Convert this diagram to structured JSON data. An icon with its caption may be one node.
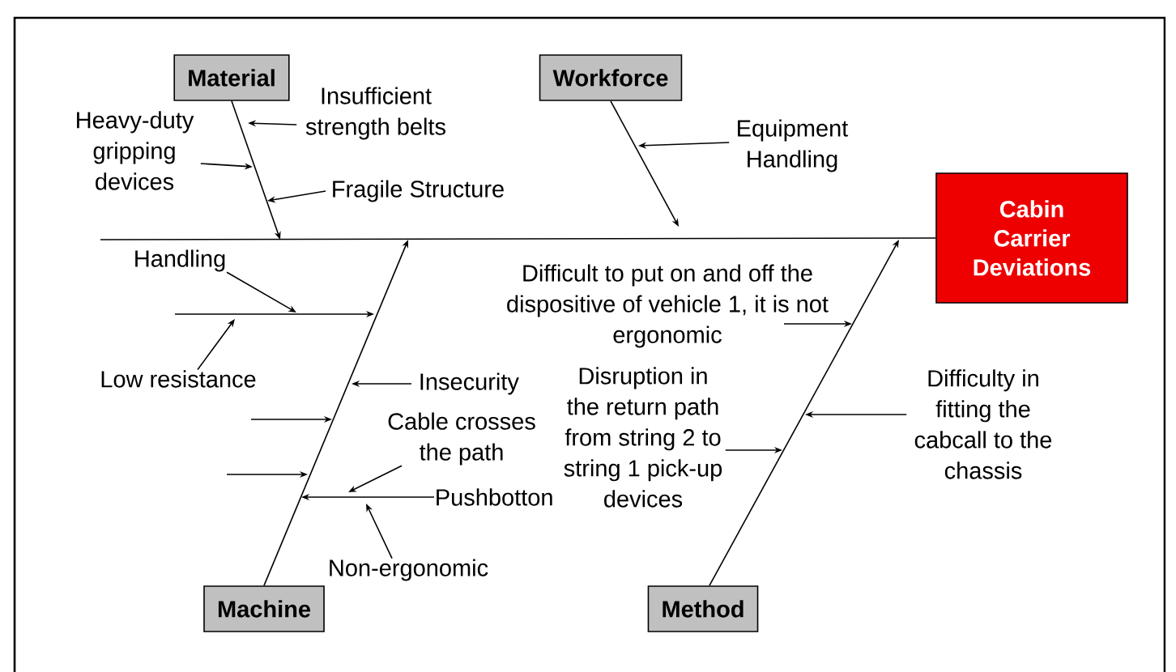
{
  "diagram": {
    "nodes": [
      {
        "text": [
          "Material"
        ]
      },
      {
        "text": [
          "Workforce"
        ]
      },
      {
        "text": [
          "Cabin Carrier Deviations"
        ]
      },
      {
        "text": [
          "Heavy-duty gripping devices"
        ]
      },
      {
        "text": [
          "Insufficient strength belts"
        ]
      },
      {
        "text": [
          "Fragile Structure"
        ]
      },
      {
        "text": [
          "Equipment Handling"
        ]
      },
      {
        "text": [
          "Handling"
        ]
      },
      {
        "text": [
          "Difficult to put on and off the dispositive of vehicle 1, it is not ergonomic"
        ]
      },
      {
        "text": [
          "Low resistance"
        ]
      },
      {
        "text": [
          "Insecurity"
        ]
      },
      {
        "text": [
          "Disruption in the return path from string 2 to string 1 pick-up devices"
        ]
      },
      {
        "text": [
          "Difficulty in fitting the cabcall to the chassis"
        ]
      },
      {
        "text": [
          "Cable crosses the path"
        ]
      },
      {
        "text": [
          "Pushbotton"
        ]
      },
      {
        "text": [
          "Non-ergonomic"
        ]
      },
      {
        "text": [
          "Machine"
        ]
      },
      {
        "text": [
          "Method"
        ]
      }
    ],
    "edges": [
      {
        "from": null,
        "to": 2,
        "arrow": "none"
      },
      {
        "from": 0,
        "to": null,
        "arrow": "to"
      },
      {
        "from": 1,
        "to": null,
        "arrow": "to"
      },
      {
        "from": 16,
        "to": null,
        "arrow": "to"
      },
      {
        "from": 17,
        "to": null,
        "arrow": "to"
      },
      {
        "from": 4,
        "to": null,
        "arrow": "to"
      },
      {
        "from": 3,
        "to": null,
        "arrow": "to"
      },
      {
        "from": 5,
        "to": null,
        "arrow": "to"
      },
      {
        "from": 6,
        "to": null,
        "arrow": "to"
      },
      {
        "from": 7,
        "to": null,
        "arrow": "to"
      },
      {
        "from": 9,
        "to": null,
        "arrow": "to"
      },
      {
        "from": 10,
        "to": null,
        "arrow": "to"
      },
      {
        "from": 13,
        "to": null,
        "arrow": "to"
      },
      {
        "from": 14,
        "to": null,
        "arrow": "to"
      },
      {
        "from": 15,
        "to": null,
        "arrow": "to"
      },
      {
        "from": 8,
        "to": null,
        "arrow": "to"
      },
      {
        "from": 11,
        "to": null,
        "arrow": "to"
      },
      {
        "from": 12,
        "to": null,
        "arrow": "to"
      }
    ]
  }
}
